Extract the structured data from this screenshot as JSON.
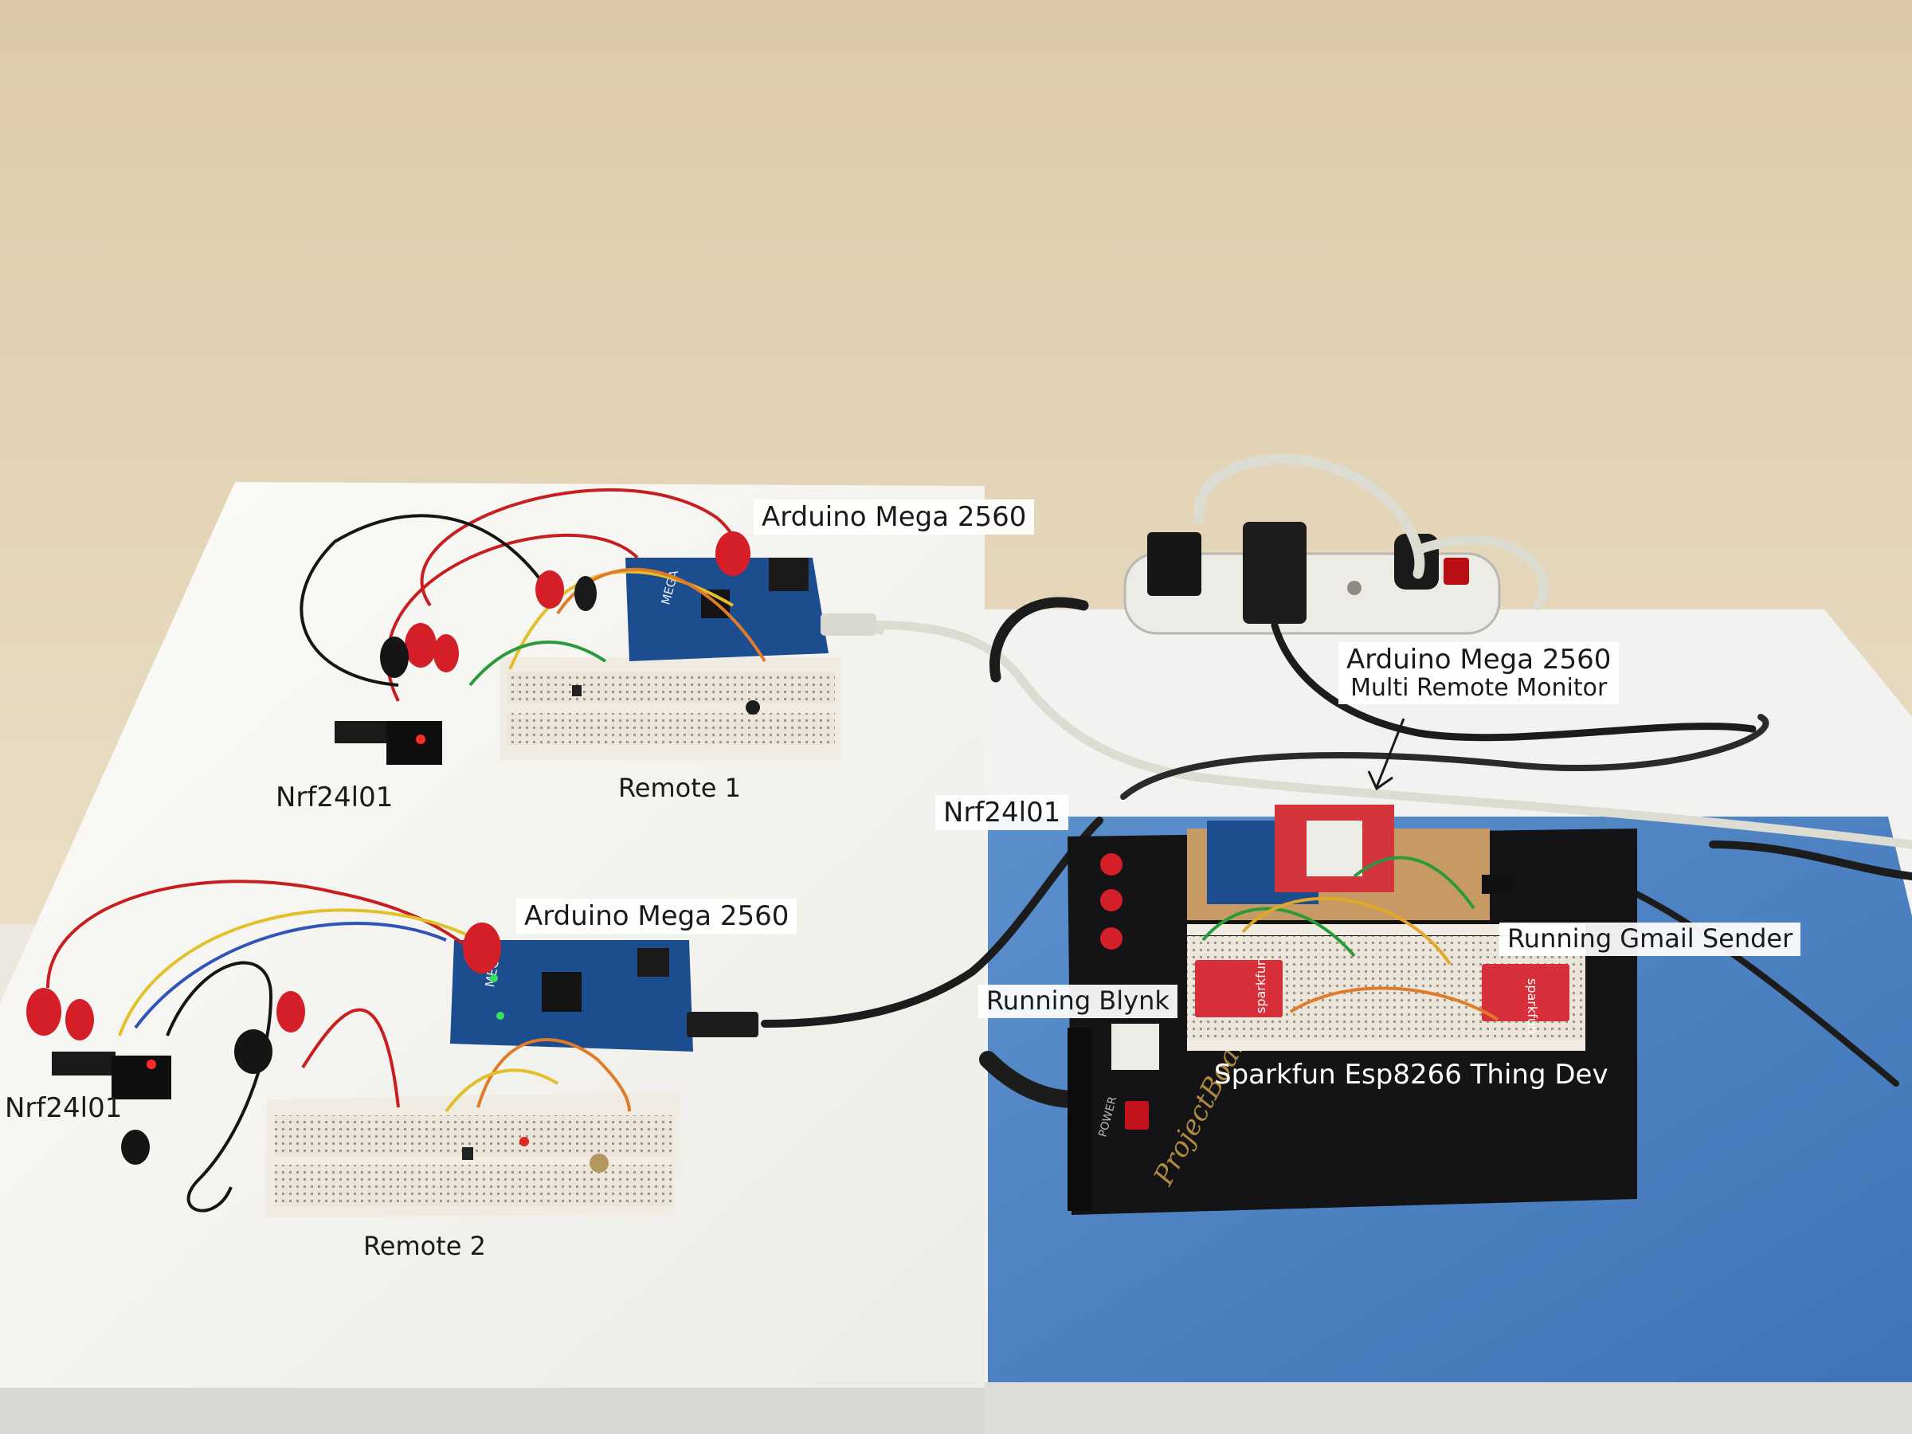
{
  "photo": {
    "colors": {
      "wall": "#e6d8bf",
      "left_table": "#f4f4f1",
      "right_table": "#f2f2f0",
      "blue_mat": "#4d83c4",
      "project_board": "#141416",
      "arduino_blue": "#1b4d8f",
      "sparkfun_red": "#d8303a",
      "clip_red": "#d41e28",
      "breadboard": "#ece6da",
      "cable_black": "#1c1c1c",
      "cable_white": "#dcdcd2"
    },
    "labels": {
      "arduino_remote1": "Arduino Mega 2560",
      "nrf_remote1": "Nrf24l01",
      "remote1": "Remote 1",
      "arduino_monitor_line1": "Arduino Mega 2560",
      "arduino_monitor_line2": "Multi Remote Monitor",
      "nrf_monitor": "Nrf24l01",
      "arduino_remote2": "Arduino Mega 2560",
      "running_gmail": "Running Gmail Sender",
      "running_blynk": "Running Blynk",
      "nrf_remote2": "Nrf24l01",
      "sparkfun_thing": "Sparkfun Esp8266 Thing Dev",
      "remote2": "Remote 2"
    },
    "printed_marks": {
      "mega_silkscreen": "MEGA",
      "sparkfun_logo": "sparkfun",
      "project_board_logo": "ProjectBoard",
      "power_label": "POWER"
    },
    "icons": [
      "arrow-icon",
      "power-strip-icon",
      "usb-cable-icon",
      "toggle-switch-icon"
    ]
  }
}
